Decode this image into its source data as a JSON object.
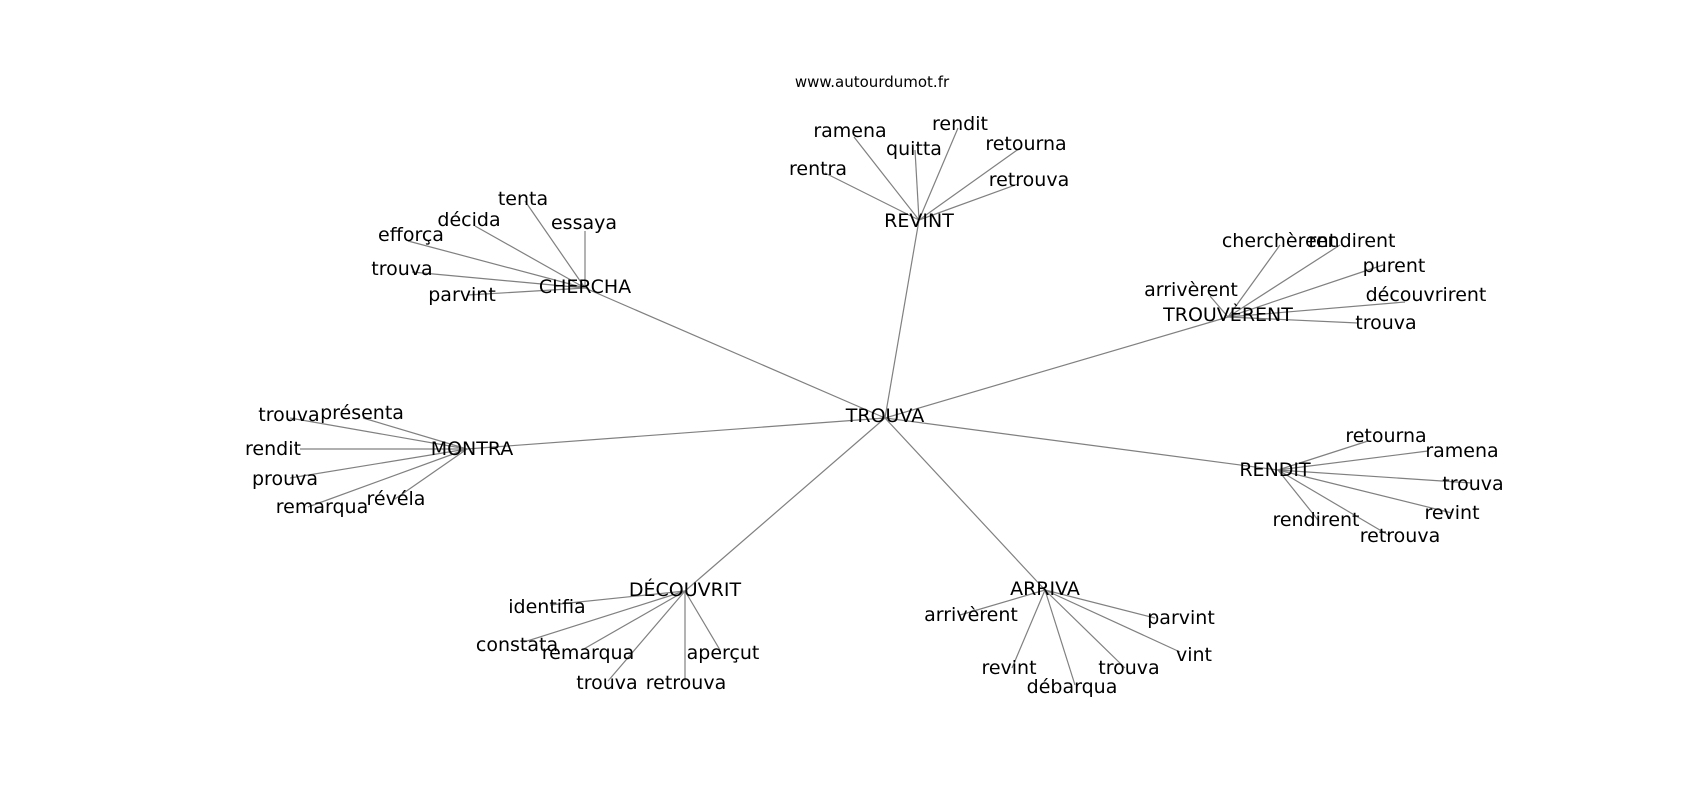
{
  "source": "www.autourdumot.fr",
  "center": "TROUVA",
  "clusters": [
    {
      "word": "REVINT",
      "leaves": [
        "ramena",
        "rendit",
        "quitta",
        "retourna",
        "rentra",
        "retrouva"
      ]
    },
    {
      "word": "CHERCHA",
      "leaves": [
        "tenta",
        "décida",
        "essaya",
        "efforça",
        "trouva",
        "parvint"
      ]
    },
    {
      "word": "TROUVÈRENT",
      "leaves": [
        "cherchèrent",
        "rendirent",
        "purent",
        "arrivèrent",
        "découvrirent",
        "trouva"
      ]
    },
    {
      "word": "MONTRA",
      "leaves": [
        "trouva",
        "présenta",
        "rendit",
        "prouva",
        "révéla",
        "remarqua"
      ]
    },
    {
      "word": "RENDIT",
      "leaves": [
        "retourna",
        "ramena",
        "trouva",
        "revint",
        "rendirent",
        "retrouva"
      ]
    },
    {
      "word": "DÉCOUVRIT",
      "leaves": [
        "identifia",
        "constata",
        "remarqua",
        "aperçut",
        "trouva",
        "retrouva"
      ]
    },
    {
      "word": "ARRIVA",
      "leaves": [
        "arrivèrent",
        "parvint",
        "vint",
        "revint",
        "trouva",
        "débarqua"
      ]
    }
  ]
}
